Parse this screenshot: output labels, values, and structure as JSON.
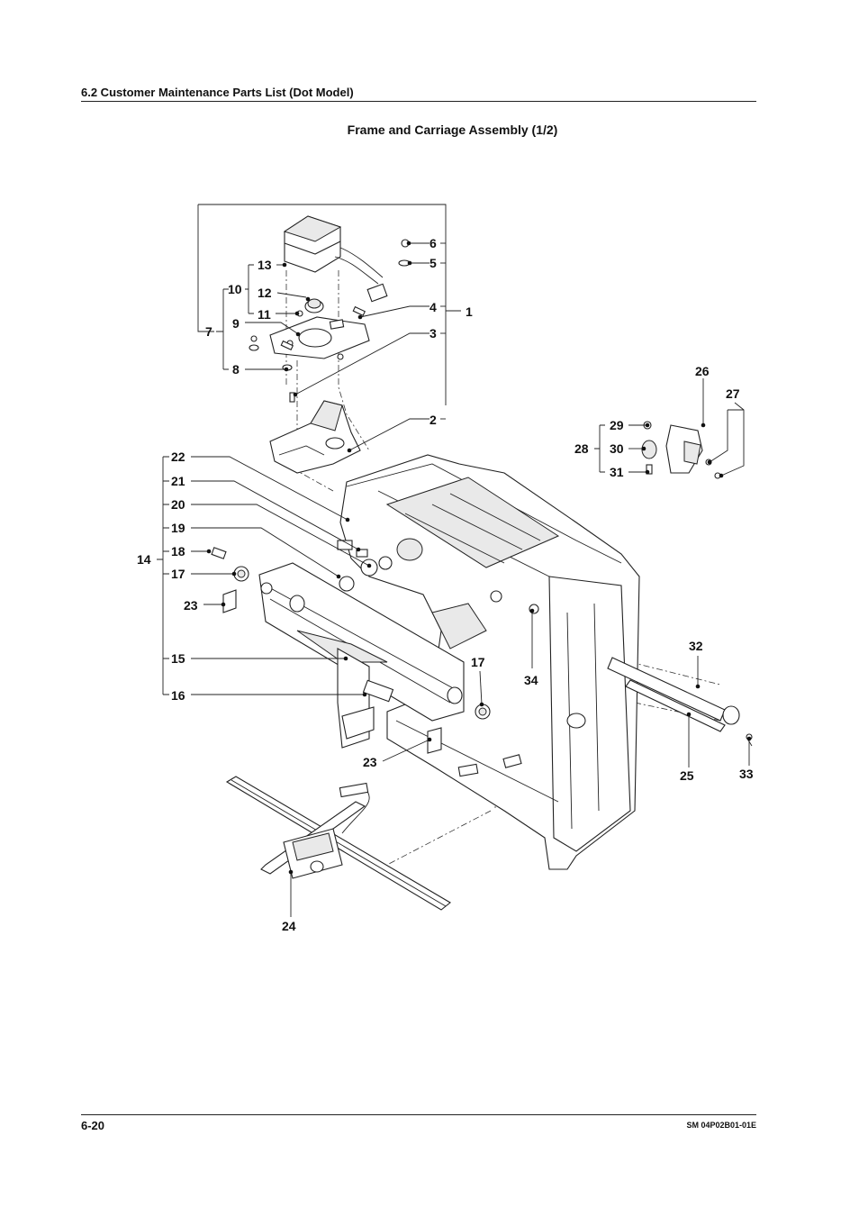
{
  "header": {
    "section": "6.2  Customer Maintenance Parts List (Dot Model)"
  },
  "figure": {
    "title": "Frame and Carriage Assembly (1/2)",
    "callouts": [
      "1",
      "2",
      "3",
      "4",
      "5",
      "6",
      "7",
      "8",
      "9",
      "10",
      "11",
      "12",
      "13",
      "14",
      "15",
      "16",
      "17",
      "17",
      "18",
      "19",
      "20",
      "21",
      "22",
      "23",
      "23",
      "24",
      "25",
      "26",
      "27",
      "28",
      "29",
      "30",
      "31",
      "32",
      "33",
      "34"
    ]
  },
  "footer": {
    "page_number": "6-20",
    "doc_code": "SM 04P02B01-01E"
  }
}
